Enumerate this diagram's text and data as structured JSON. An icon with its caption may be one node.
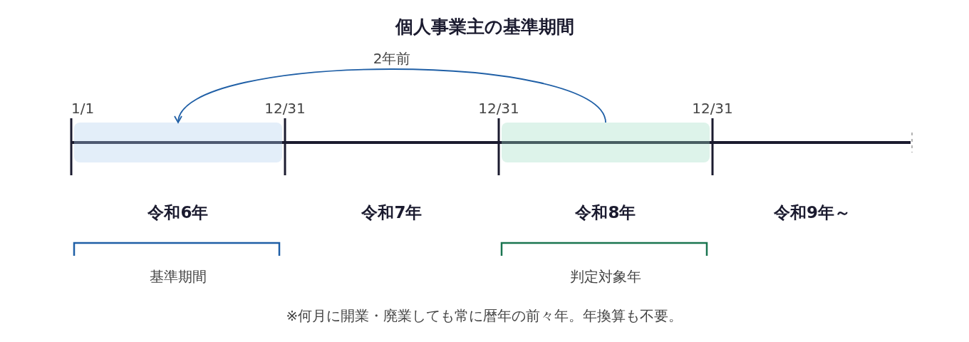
{
  "diagram": {
    "title": "個人事業主の基準期間",
    "nodes": [
      {
        "text": [],
        "shape": "bar"
      },
      {
        "text": [],
        "shape": "bar"
      }
    ],
    "edges": [
      {
        "from": 1,
        "to": 0,
        "arrow": "to",
        "label": "2年前"
      }
    ],
    "labels": [
      "1/1",
      "12/31",
      "12/31",
      "12/31",
      "令和6年",
      "令和7年",
      "令和8年",
      "令和9年～",
      "基準期間",
      "判定対象年",
      "※何月に開業・廃業しても常に暦年の前々年。年換算も不要。"
    ]
  }
}
